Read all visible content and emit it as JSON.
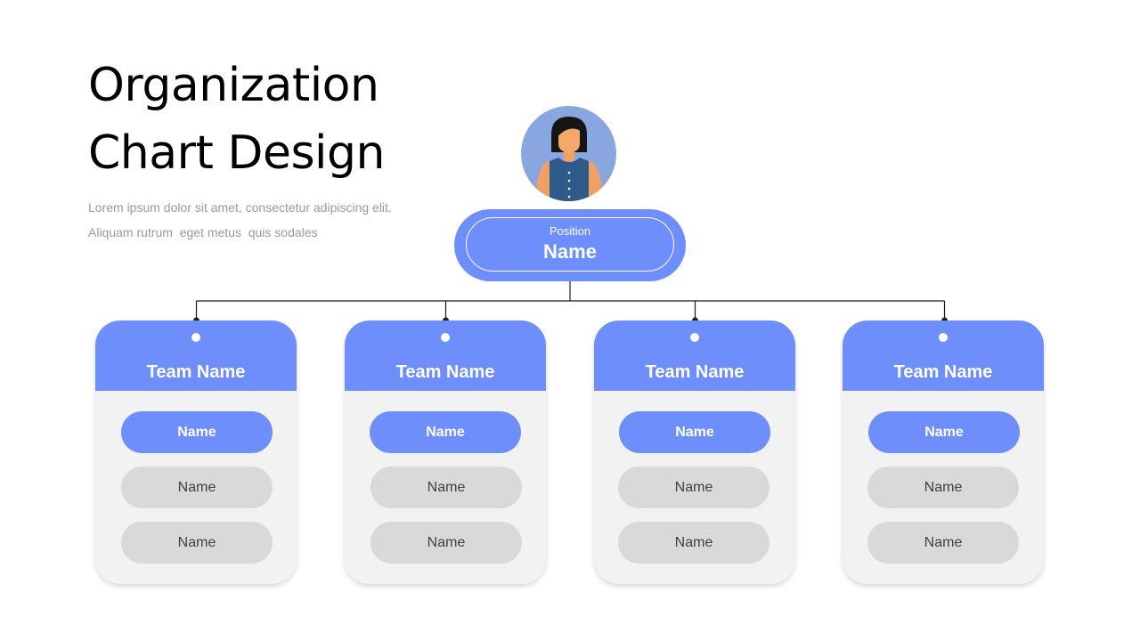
{
  "title": {
    "line1": "Organization",
    "line2": "Chart Design"
  },
  "subtitle": {
    "line1": "Lorem ipsum dolor sit amet, consectetur adipiscing elit.",
    "line2": "Aliquam rutrum  eget metus  quis sodales"
  },
  "colors": {
    "accent": "#6e8efb",
    "avatar_bg": "#8aa6e0",
    "card_bg": "#f2f2f2",
    "member_pill": "#d9d9d9",
    "connector": "#1a1a1a"
  },
  "top": {
    "avatar_icon": "woman-avatar-icon",
    "position_label": "Position",
    "name": "Name"
  },
  "teams": [
    {
      "name": "Team Name",
      "lead": "Name",
      "members": [
        "Name",
        "Name"
      ]
    },
    {
      "name": "Team Name",
      "lead": "Name",
      "members": [
        "Name",
        "Name"
      ]
    },
    {
      "name": "Team Name",
      "lead": "Name",
      "members": [
        "Name",
        "Name"
      ]
    },
    {
      "name": "Team Name",
      "lead": "Name",
      "members": [
        "Name",
        "Name"
      ]
    }
  ]
}
